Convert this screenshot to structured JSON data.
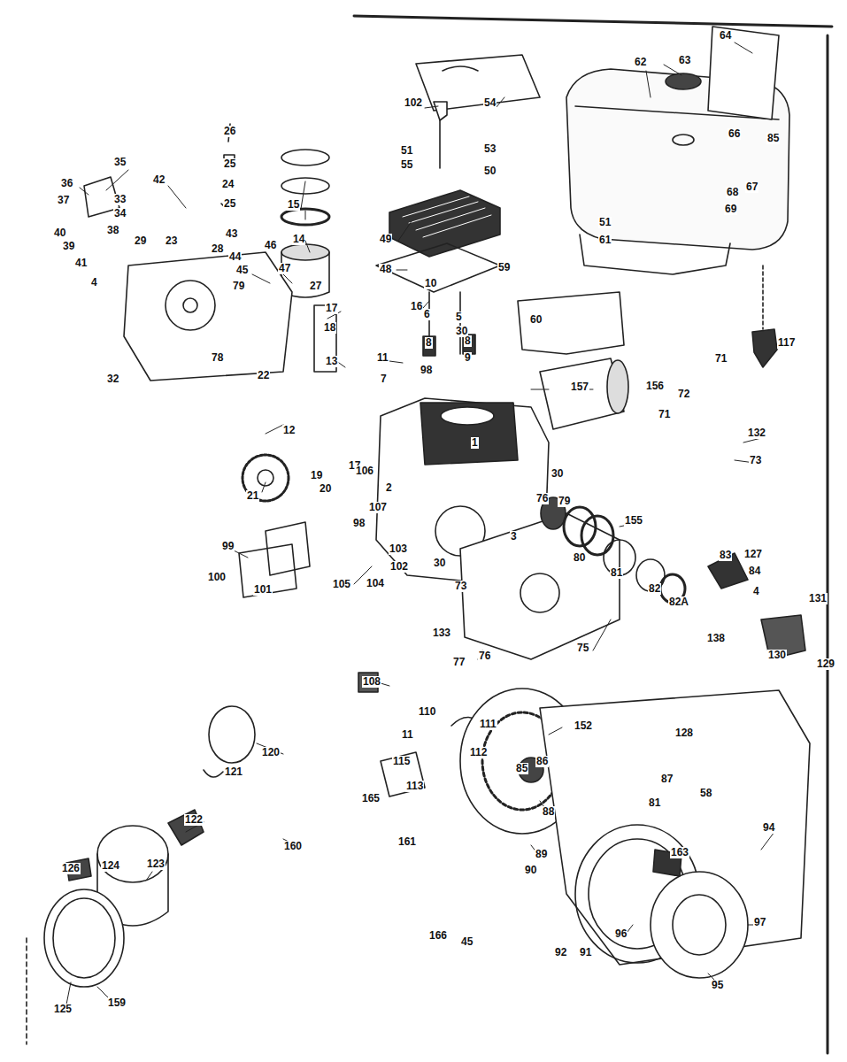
{
  "diagram": {
    "labels": [
      "64",
      "62",
      "63",
      "102",
      "54",
      "26",
      "85",
      "66",
      "35",
      "25",
      "51",
      "53",
      "55",
      "50",
      "36",
      "42",
      "24",
      "15",
      "68",
      "67",
      "33",
      "37",
      "34",
      "25",
      "69",
      "40",
      "39",
      "38",
      "51",
      "49",
      "23",
      "43",
      "14",
      "61",
      "29",
      "28",
      "46",
      "44",
      "41",
      "45",
      "47",
      "48",
      "59",
      "4",
      "79",
      "27",
      "16",
      "10",
      "6",
      "5",
      "17",
      "30",
      "18",
      "8",
      "8",
      "117",
      "60",
      "9",
      "13",
      "11",
      "78",
      "71",
      "7",
      "22",
      "32",
      "98",
      "156",
      "157",
      "72",
      "71",
      "12",
      "132",
      "73",
      "21",
      "19",
      "17",
      "20",
      "106",
      "107",
      "1",
      "2",
      "30",
      "76",
      "79",
      "155",
      "3",
      "98",
      "99",
      "103",
      "102",
      "100",
      "105",
      "104",
      "101",
      "30",
      "80",
      "81",
      "82",
      "82A",
      "83",
      "127",
      "84",
      "4",
      "131",
      "73",
      "133",
      "75",
      "77",
      "76",
      "138",
      "130",
      "129",
      "108",
      "110",
      "111",
      "11",
      "152",
      "128",
      "112",
      "120",
      "115",
      "86",
      "85",
      "87",
      "121",
      "113",
      "165",
      "58",
      "81",
      "88",
      "94",
      "122",
      "160",
      "161",
      "163",
      "89",
      "90",
      "126",
      "124",
      "123",
      "166",
      "45",
      "96",
      "92",
      "91",
      "97",
      "95",
      "125",
      "159"
    ]
  }
}
